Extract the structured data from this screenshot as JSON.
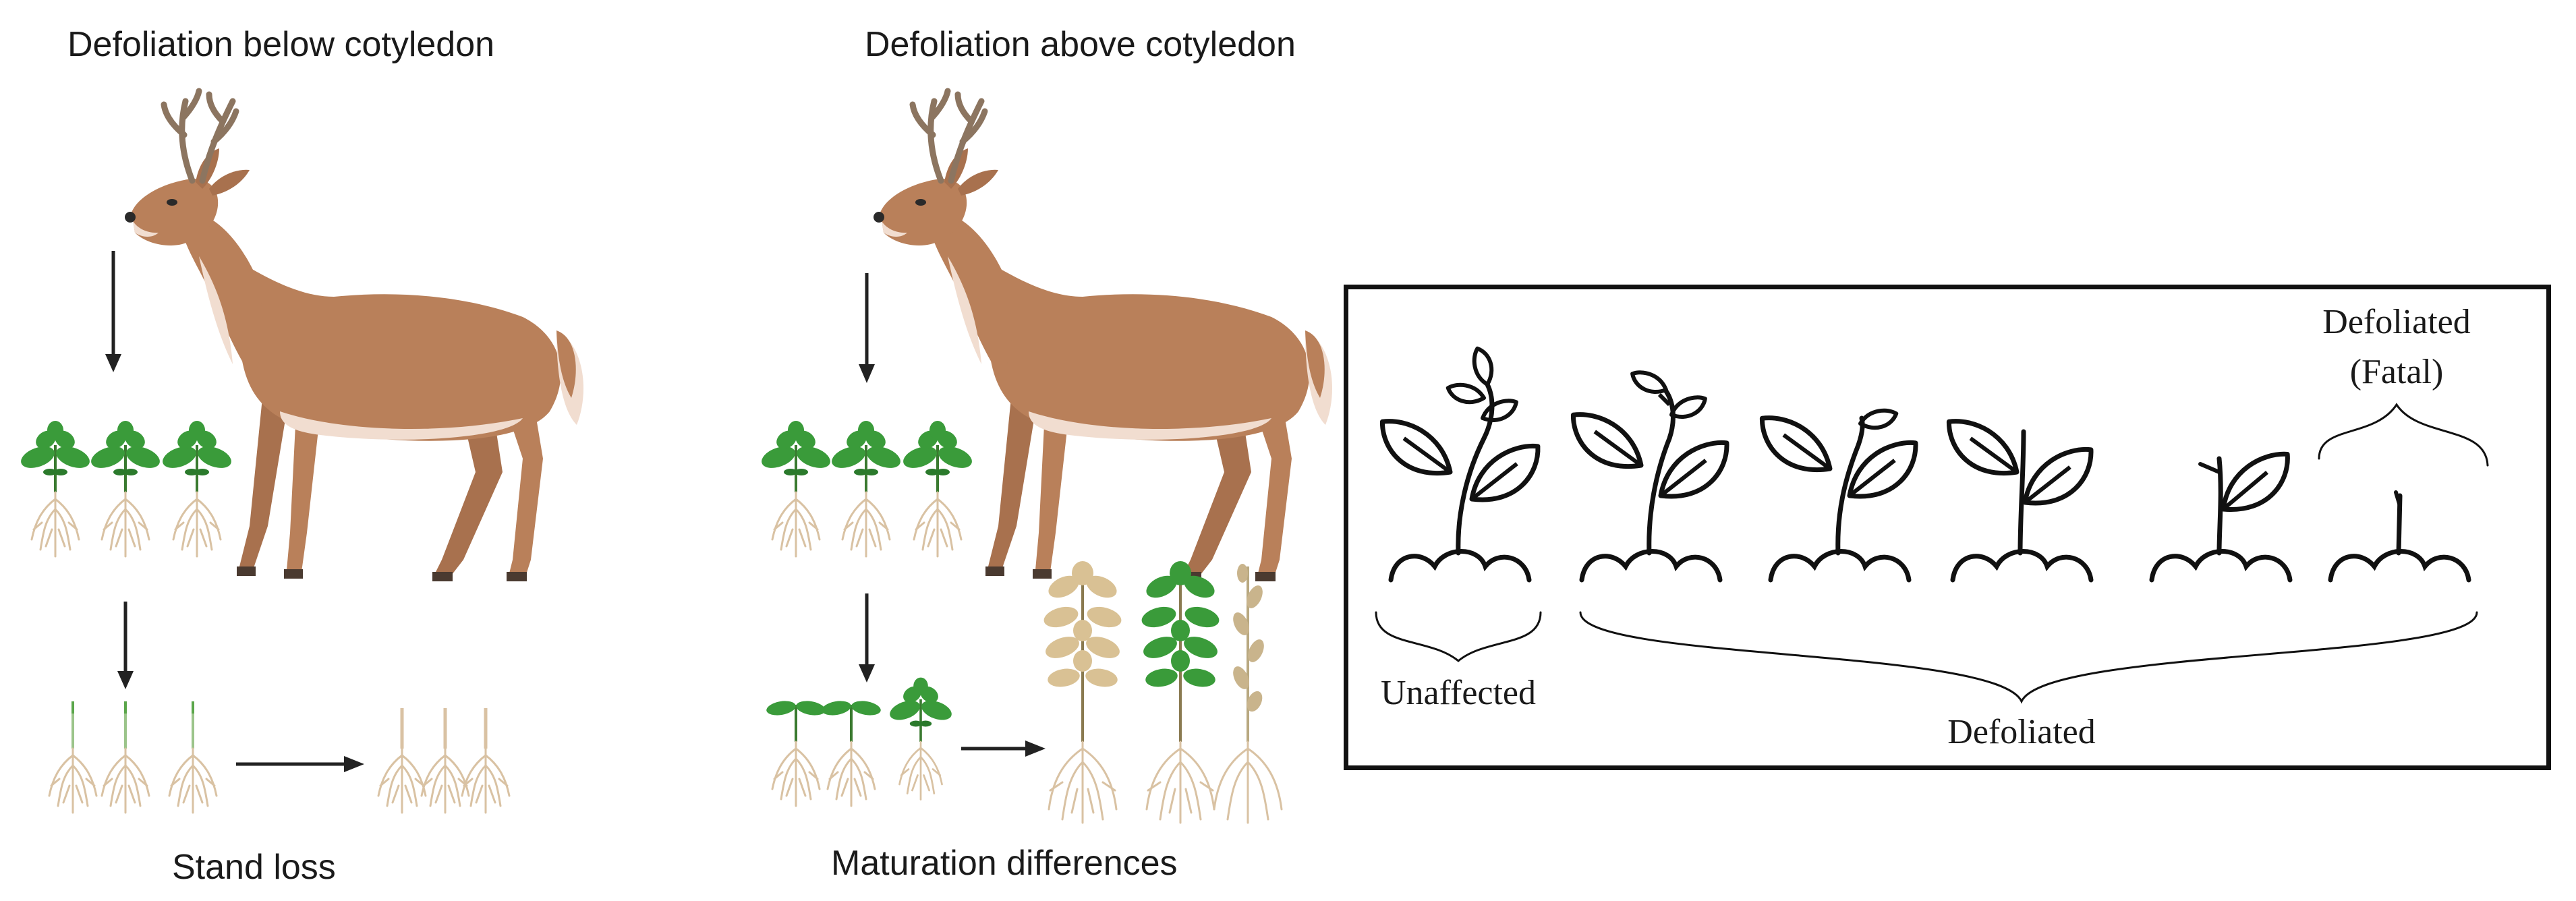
{
  "panel_left": {
    "title": "Defoliation below cotyledon",
    "outcome": "Stand loss"
  },
  "panel_middle": {
    "title": "Defoliation above cotyledon",
    "outcome": "Maturation differences"
  },
  "panel_right": {
    "fatal_label_line1": "Defoliated",
    "fatal_label_line2": "(Fatal)",
    "unaffected_label": "Unaffected",
    "defoliated_label": "Defoliated"
  },
  "colors": {
    "deer_body": "#b9805a",
    "deer_belly": "#f1ddd0",
    "deer_antler": "#8c7560",
    "leaf_green": "#3a9b3a",
    "leaf_dark": "#2b7a2c",
    "root": "#d9c2a3",
    "dry_leaf": "#d9c194",
    "outline": "#111111"
  }
}
